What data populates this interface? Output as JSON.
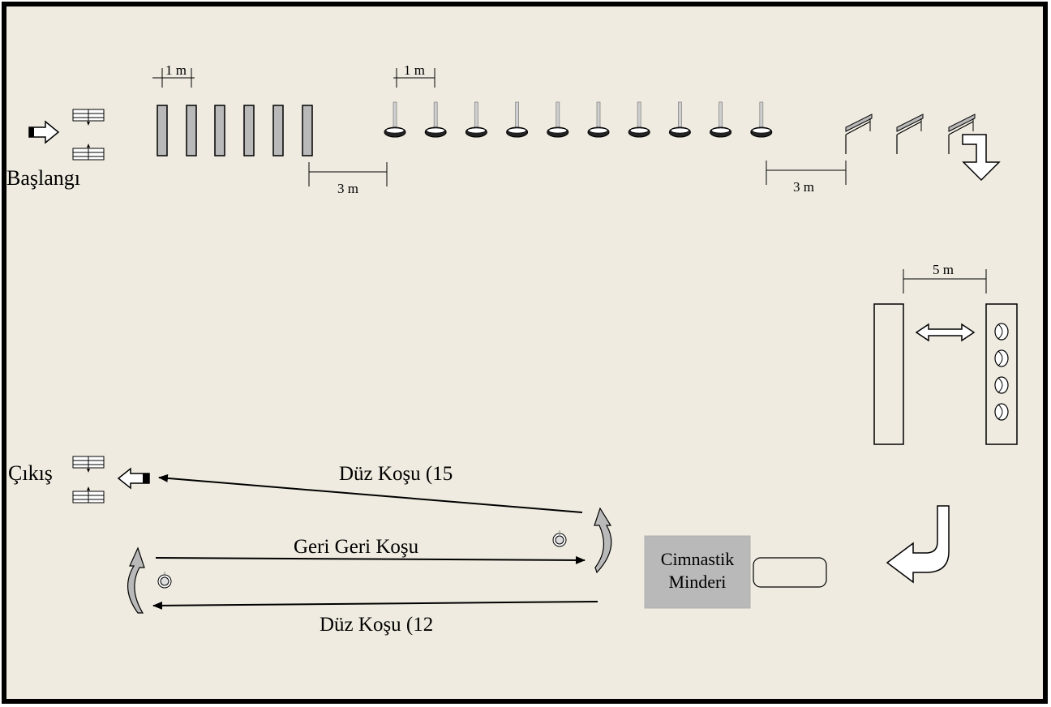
{
  "colors": {
    "background": "#efebe0",
    "frame": "#000000",
    "bar_fill": "#b9b9b9",
    "mat_fill": "#b9b9b9",
    "arrow_fill": "#ffffff"
  },
  "labels": {
    "start": "Başlangı",
    "exit": "Çıkış",
    "gym_mat_line1": "Cimnastik",
    "gym_mat_line2": "Minderi"
  },
  "distances": {
    "bars_spacing": "1 m",
    "poles_spacing": "1 m",
    "gap_bars_to_poles": "3 m",
    "gap_poles_to_hurdles": "3 m",
    "ball_transfer": "5 m"
  },
  "runs": {
    "straight_top": "Düz Koşu  (15",
    "backward": "Geri Geri Koşu",
    "straight_bottom": "Düz Koşu  (12"
  },
  "icons": {
    "start_arrow": "right-arrow-icon",
    "exit_arrow": "left-arrow-icon",
    "timing_gate": "timing-gate-icon",
    "slalom_pole": "slalom-pole-icon",
    "hurdle": "hurdle-icon",
    "ball": "ball-icon",
    "cone": "cone-icon",
    "turn_arrow": "u-turn-arrow-icon"
  },
  "counts": {
    "ladder_bars": 6,
    "slalom_poles": 10,
    "hurdles": 3,
    "balls": 4
  }
}
